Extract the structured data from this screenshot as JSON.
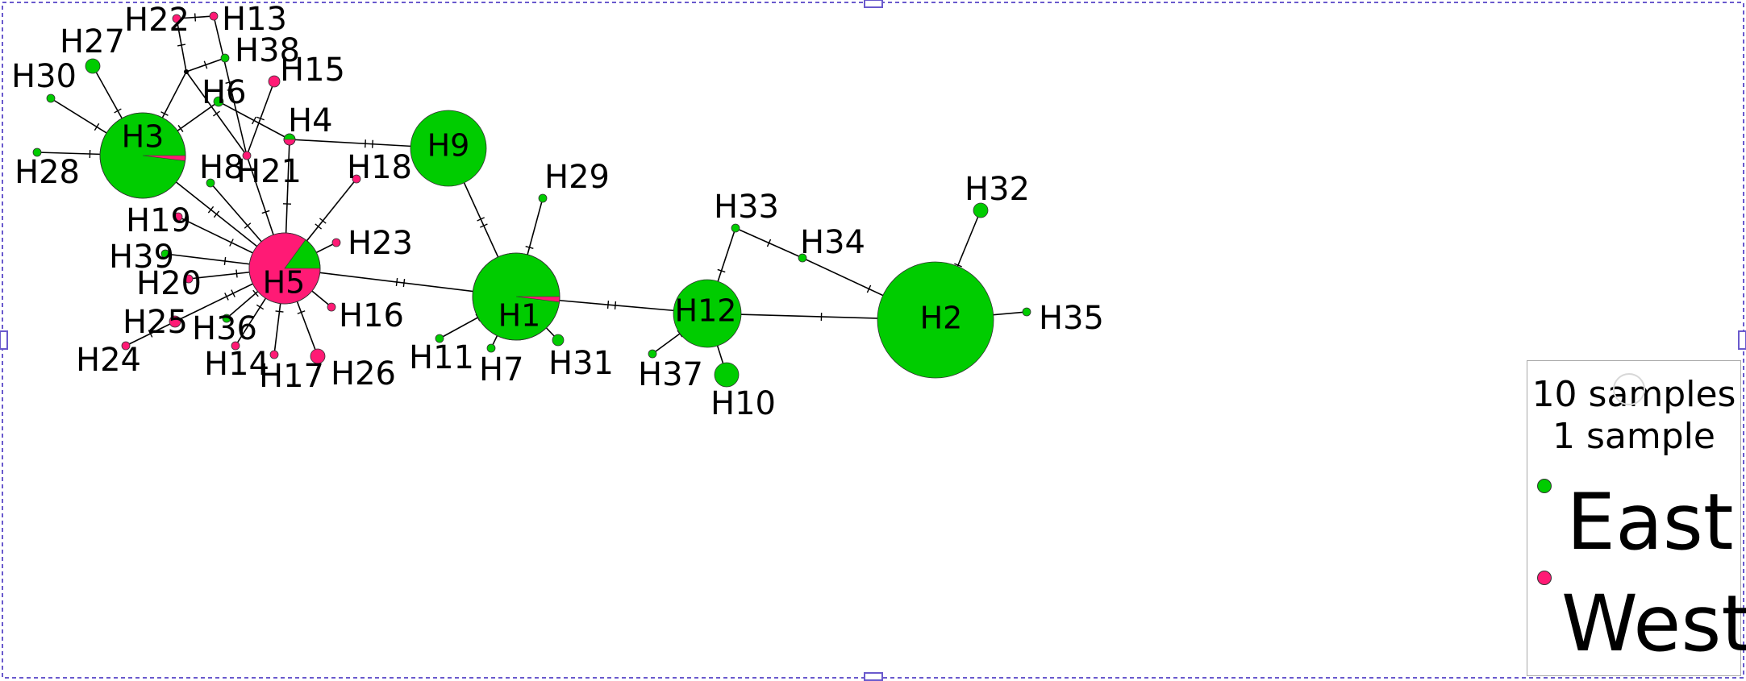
{
  "colors": {
    "east": "#00cc00",
    "west": "#ff1a75",
    "edge": "#000000",
    "selection": "#6a5acd"
  },
  "legend": {
    "scale_large": "10 samples",
    "scale_small": "1 sample",
    "groups": [
      {
        "name": "East",
        "color": "#00cc00"
      },
      {
        "name": "West",
        "color": "#ff1a75"
      }
    ]
  },
  "haplotypes": [
    {
      "id": "H1",
      "samples": 10,
      "west": 0.02
    },
    {
      "id": "H2",
      "samples": 22,
      "west": 0
    },
    {
      "id": "H3",
      "samples": 11,
      "west": 0.02
    },
    {
      "id": "H4",
      "samples": 1,
      "west": 0.5
    },
    {
      "id": "H5",
      "samples": 8,
      "west": 0.85
    },
    {
      "id": "H6",
      "samples": 1,
      "west": 0
    },
    {
      "id": "H7",
      "samples": 1,
      "west": 0
    },
    {
      "id": "H8",
      "samples": 1,
      "west": 0
    },
    {
      "id": "H9",
      "samples": 7,
      "west": 0
    },
    {
      "id": "H10",
      "samples": 1,
      "west": 0
    },
    {
      "id": "H11",
      "samples": 1,
      "west": 0
    },
    {
      "id": "H12",
      "samples": 8,
      "west": 0
    },
    {
      "id": "H13",
      "samples": 1,
      "west": 1
    },
    {
      "id": "H14",
      "samples": 1,
      "west": 1
    },
    {
      "id": "H15",
      "samples": 1,
      "west": 1
    },
    {
      "id": "H16",
      "samples": 1,
      "west": 1
    },
    {
      "id": "H17",
      "samples": 1,
      "west": 1
    },
    {
      "id": "H18",
      "samples": 1,
      "west": 1
    },
    {
      "id": "H19",
      "samples": 1,
      "west": 1
    },
    {
      "id": "H20",
      "samples": 1,
      "west": 1
    },
    {
      "id": "H21",
      "samples": 1,
      "west": 1
    },
    {
      "id": "H22",
      "samples": 1,
      "west": 1
    },
    {
      "id": "H23",
      "samples": 1,
      "west": 1
    },
    {
      "id": "H24",
      "samples": 1,
      "west": 1
    },
    {
      "id": "H25",
      "samples": 1,
      "west": 1
    },
    {
      "id": "H26",
      "samples": 1,
      "west": 1
    },
    {
      "id": "H27",
      "samples": 1,
      "west": 0
    },
    {
      "id": "H28",
      "samples": 1,
      "west": 0
    },
    {
      "id": "H29",
      "samples": 1,
      "west": 0
    },
    {
      "id": "H30",
      "samples": 1,
      "west": 0
    },
    {
      "id": "H31",
      "samples": 1,
      "west": 0
    },
    {
      "id": "H32",
      "samples": 1,
      "west": 0
    },
    {
      "id": "H33",
      "samples": 1,
      "west": 0
    },
    {
      "id": "H34",
      "samples": 1,
      "west": 0
    },
    {
      "id": "H35",
      "samples": 1,
      "west": 0
    },
    {
      "id": "H36",
      "samples": 1,
      "west": 0
    },
    {
      "id": "H37",
      "samples": 1,
      "west": 0
    },
    {
      "id": "H38",
      "samples": 1,
      "west": 0
    },
    {
      "id": "H39",
      "samples": 1,
      "west": 0
    }
  ],
  "edges": [
    {
      "from": "H3",
      "to": "H30",
      "mutations": 1
    },
    {
      "from": "H3",
      "to": "H27",
      "mutations": 1
    },
    {
      "from": "H3",
      "to": "H28",
      "mutations": 1
    },
    {
      "from": "H3",
      "to": "mv1",
      "mutations": 1
    },
    {
      "from": "H3",
      "to": "H6",
      "mutations": 1
    },
    {
      "from": "H3",
      "to": "H5",
      "mutations": 2
    },
    {
      "from": "mv1",
      "to": "H22",
      "mutations": 1
    },
    {
      "from": "mv1",
      "to": "H38",
      "mutations": 1
    },
    {
      "from": "mv1",
      "to": "H21",
      "mutations": 1
    },
    {
      "from": "H22",
      "to": "H13",
      "mutations": 1
    },
    {
      "from": "H13",
      "to": "H21",
      "mutations": 2
    },
    {
      "from": "H6",
      "to": "H4",
      "mutations": 1
    },
    {
      "from": "H15",
      "to": "H21",
      "mutations": 1
    },
    {
      "from": "H21",
      "to": "H5",
      "mutations": 1
    },
    {
      "from": "H4",
      "to": "H9",
      "mutations": 2
    },
    {
      "from": "H4",
      "to": "H5",
      "mutations": 1
    },
    {
      "from": "H5",
      "to": "H8",
      "mutations": 1
    },
    {
      "from": "H5",
      "to": "H18",
      "mutations": 2
    },
    {
      "from": "H5",
      "to": "H19",
      "mutations": 1
    },
    {
      "from": "H5",
      "to": "H23",
      "mutations": 1
    },
    {
      "from": "H5",
      "to": "H39",
      "mutations": 1
    },
    {
      "from": "H5",
      "to": "H20",
      "mutations": 1
    },
    {
      "from": "H5",
      "to": "H25",
      "mutations": 2
    },
    {
      "from": "H25",
      "to": "H24",
      "mutations": 1
    },
    {
      "from": "H5",
      "to": "H36",
      "mutations": 1
    },
    {
      "from": "H5",
      "to": "H14",
      "mutations": 1
    },
    {
      "from": "H5",
      "to": "H17",
      "mutations": 1
    },
    {
      "from": "H5",
      "to": "H26",
      "mutations": 1
    },
    {
      "from": "H5",
      "to": "H16",
      "mutations": 1
    },
    {
      "from": "H5",
      "to": "H1",
      "mutations": 2
    },
    {
      "from": "H9",
      "to": "H1",
      "mutations": 2
    },
    {
      "from": "H1",
      "to": "H29",
      "mutations": 1
    },
    {
      "from": "H1",
      "to": "H11",
      "mutations": 1
    },
    {
      "from": "H1",
      "to": "H7",
      "mutations": 1
    },
    {
      "from": "H1",
      "to": "H31",
      "mutations": 1
    },
    {
      "from": "H1",
      "to": "H12",
      "mutations": 2
    },
    {
      "from": "H12",
      "to": "H33",
      "mutations": 1
    },
    {
      "from": "H12",
      "to": "H37",
      "mutations": 1
    },
    {
      "from": "H12",
      "to": "H10",
      "mutations": 1
    },
    {
      "from": "H12",
      "to": "H2",
      "mutations": 1
    },
    {
      "from": "H33",
      "to": "H34",
      "mutations": 1
    },
    {
      "from": "H34",
      "to": "H2",
      "mutations": 1
    },
    {
      "from": "H2",
      "to": "H32",
      "mutations": 1
    },
    {
      "from": "H2",
      "to": "H35",
      "mutations": 1
    }
  ]
}
